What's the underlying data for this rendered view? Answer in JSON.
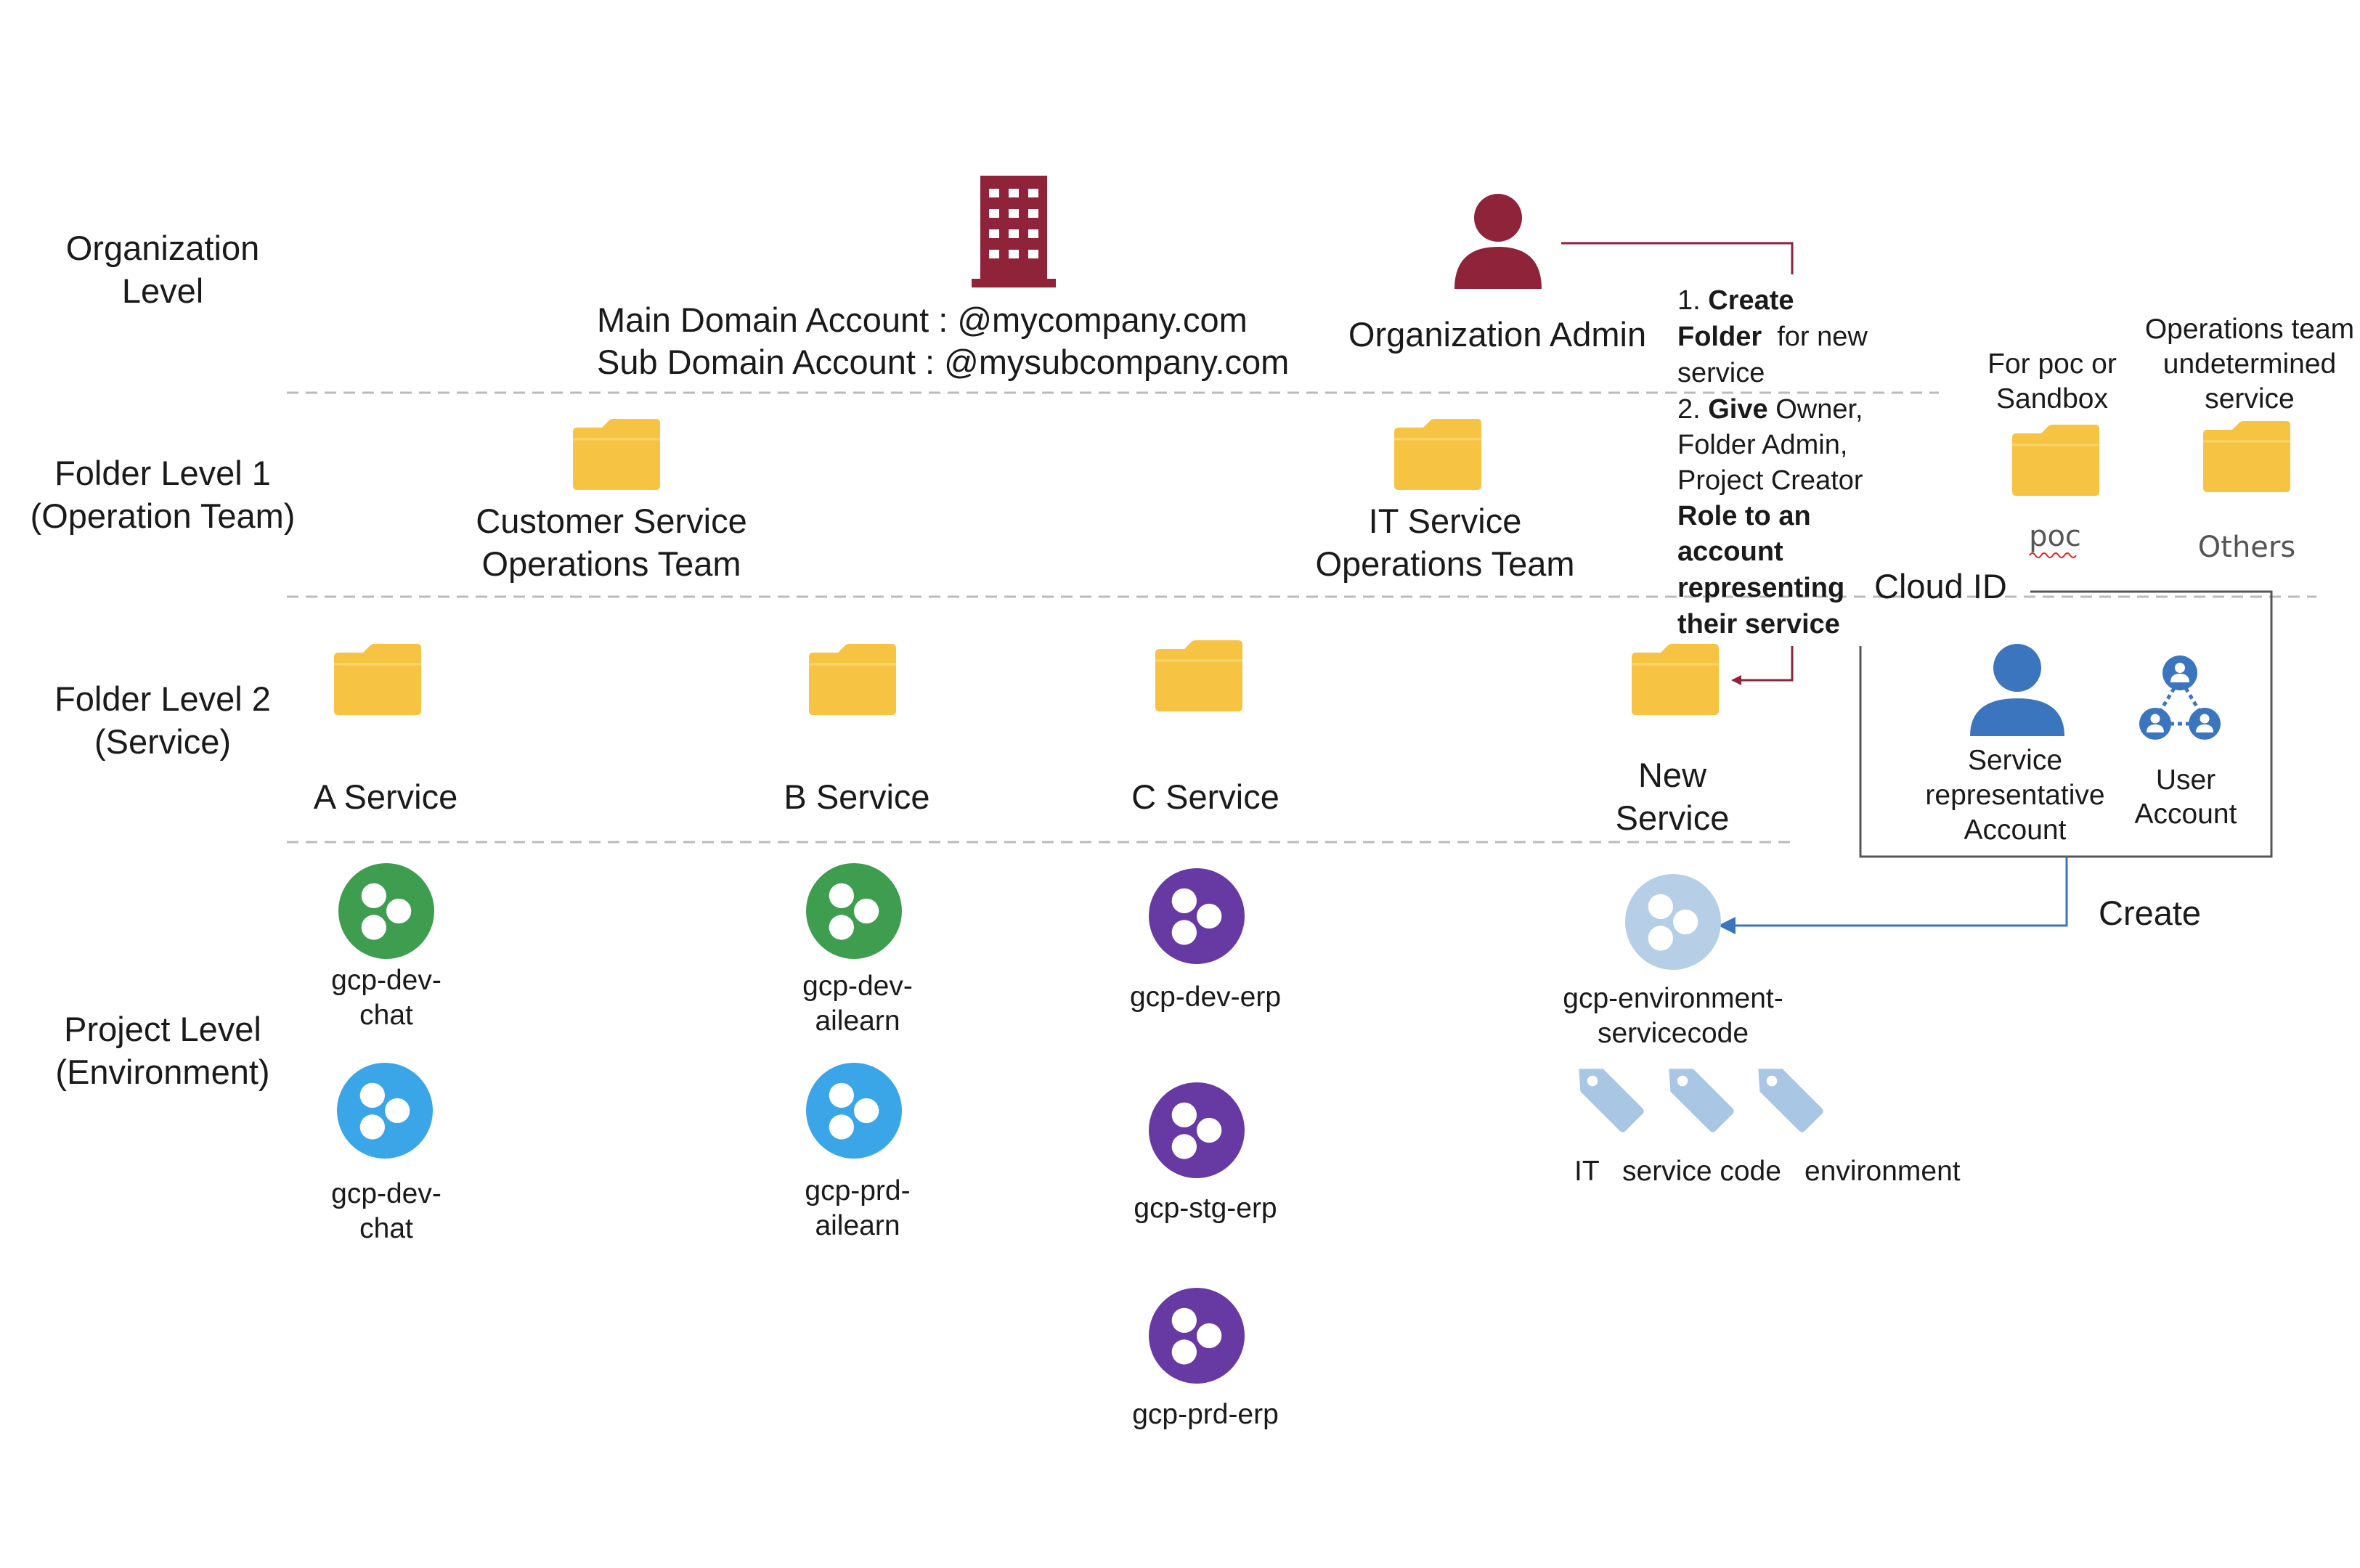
{
  "levels": {
    "organization": [
      "Organization",
      "Level"
    ],
    "folder1": [
      "Folder Level 1",
      "(Operation Team)"
    ],
    "folder2": [
      "Folder Level 2",
      "(Service)"
    ],
    "project": [
      "Project Level",
      "(Environment)"
    ]
  },
  "org": {
    "main_domain": "Main Domain Account : @mycompany.com",
    "sub_domain": "Sub Domain Account : @mysubcompany.com",
    "admin_label": "Organization Admin"
  },
  "instructions": [
    {
      "plain": "1. ",
      "bold": "Create"
    },
    {
      "plain": "",
      "bold": "Folder",
      "tail": "  for new"
    },
    {
      "plain": "service"
    },
    {
      "plain": "2. ",
      "bold": "Give",
      "tail": " Owner,"
    },
    {
      "plain": "Folder Admin,"
    },
    {
      "plain": "Project Creator"
    },
    {
      "plain": "",
      "bold": "Role to an"
    },
    {
      "plain": "",
      "bold": "account"
    },
    {
      "plain": "",
      "bold": "representing"
    },
    {
      "plain": "",
      "bold": "their service"
    }
  ],
  "folders_level1": [
    {
      "lines": [
        "Customer Service",
        "Operations Team"
      ]
    },
    {
      "lines": [
        "IT Service",
        "Operations Team"
      ]
    }
  ],
  "side_folders": [
    {
      "top": [
        "For poc or",
        "Sandbox"
      ],
      "name": "poc"
    },
    {
      "top": [
        "Operations team",
        "undetermined",
        "service"
      ],
      "name": "Others"
    }
  ],
  "folders_level2": [
    {
      "lines": [
        "A Service"
      ]
    },
    {
      "lines": [
        "B Service"
      ]
    },
    {
      "lines": [
        "C Service"
      ]
    },
    {
      "lines": [
        "New",
        "Service"
      ]
    }
  ],
  "cloud_id": {
    "title": "Cloud ID",
    "service_account": [
      "Service",
      "representative",
      "Account"
    ],
    "user_account": [
      "User",
      "Account"
    ],
    "create_label": "Create"
  },
  "projects": {
    "a": [
      {
        "lines": [
          "gcp-dev-",
          "chat"
        ],
        "color": "green"
      },
      {
        "lines": [
          "gcp-dev-",
          "chat"
        ],
        "color": "blue"
      }
    ],
    "b": [
      {
        "lines": [
          "gcp-dev-",
          "ailearn"
        ],
        "color": "green"
      },
      {
        "lines": [
          "gcp-prd-",
          "ailearn"
        ],
        "color": "blue"
      }
    ],
    "c": [
      {
        "lines": [
          "gcp-dev-erp"
        ],
        "color": "purple"
      },
      {
        "lines": [
          "gcp-stg-erp"
        ],
        "color": "purple"
      },
      {
        "lines": [
          "gcp-prd-erp"
        ],
        "color": "purple"
      }
    ],
    "new": {
      "lines": [
        "gcp-environment-",
        "servicecode"
      ],
      "color": "lightblue"
    }
  },
  "tags": [
    "IT",
    "service code",
    "environment"
  ],
  "colors": {
    "folder": "#F6C342",
    "org_red": "#8E2339",
    "green": "#3E9D4F",
    "blue": "#3AA6E8",
    "purple": "#673AA3",
    "lightblue": "#B7CFE6",
    "tag": "#A9C6E4",
    "person_blue": "#3B75BE",
    "dash": "#BBBBBB"
  }
}
